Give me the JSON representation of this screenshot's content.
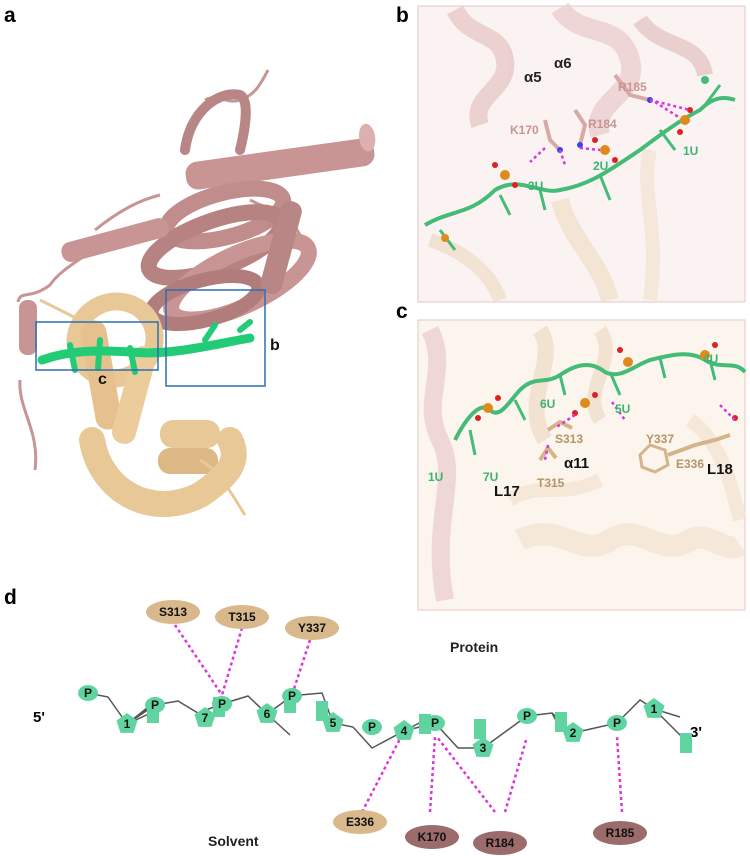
{
  "panels": {
    "a": {
      "label": "a",
      "box_b_label": "b",
      "box_c_label": "c"
    },
    "b": {
      "label": "b",
      "helices": [
        "α5",
        "α6"
      ],
      "residues": [
        "R185",
        "K170",
        "R184"
      ],
      "nucleotides": [
        "1U",
        "2U",
        "3U"
      ]
    },
    "c": {
      "label": "c",
      "nucleotides": [
        "4U",
        "5U",
        "6U",
        "1U",
        "7U"
      ],
      "residues": [
        "Y337",
        "E336",
        "S313",
        "T315"
      ],
      "helix": "α11",
      "loops": [
        "L17",
        "L18"
      ]
    },
    "d": {
      "label": "d",
      "five_prime": "5'",
      "three_prime": "3'",
      "protein_label": "Protein",
      "solvent_label": "Solvent",
      "phosphate_label": "P",
      "sugars": [
        "1",
        "7",
        "6",
        "5",
        "4",
        "3",
        "2",
        "1"
      ],
      "top_residues": [
        "S313",
        "T315",
        "Y337"
      ],
      "bottom_residues": [
        "E336",
        "K170",
        "R184",
        "R185"
      ],
      "colors": {
        "nucleotide": "#5fd3a0",
        "tan_residue": "#d9b98c",
        "mauve_residue": "#9c6b6b",
        "hbond": "#dd33dd",
        "box": "#2f6fb0",
        "rna": "#22cc77",
        "protein_pink": "#c89494",
        "protein_tan": "#e8c896"
      }
    }
  }
}
